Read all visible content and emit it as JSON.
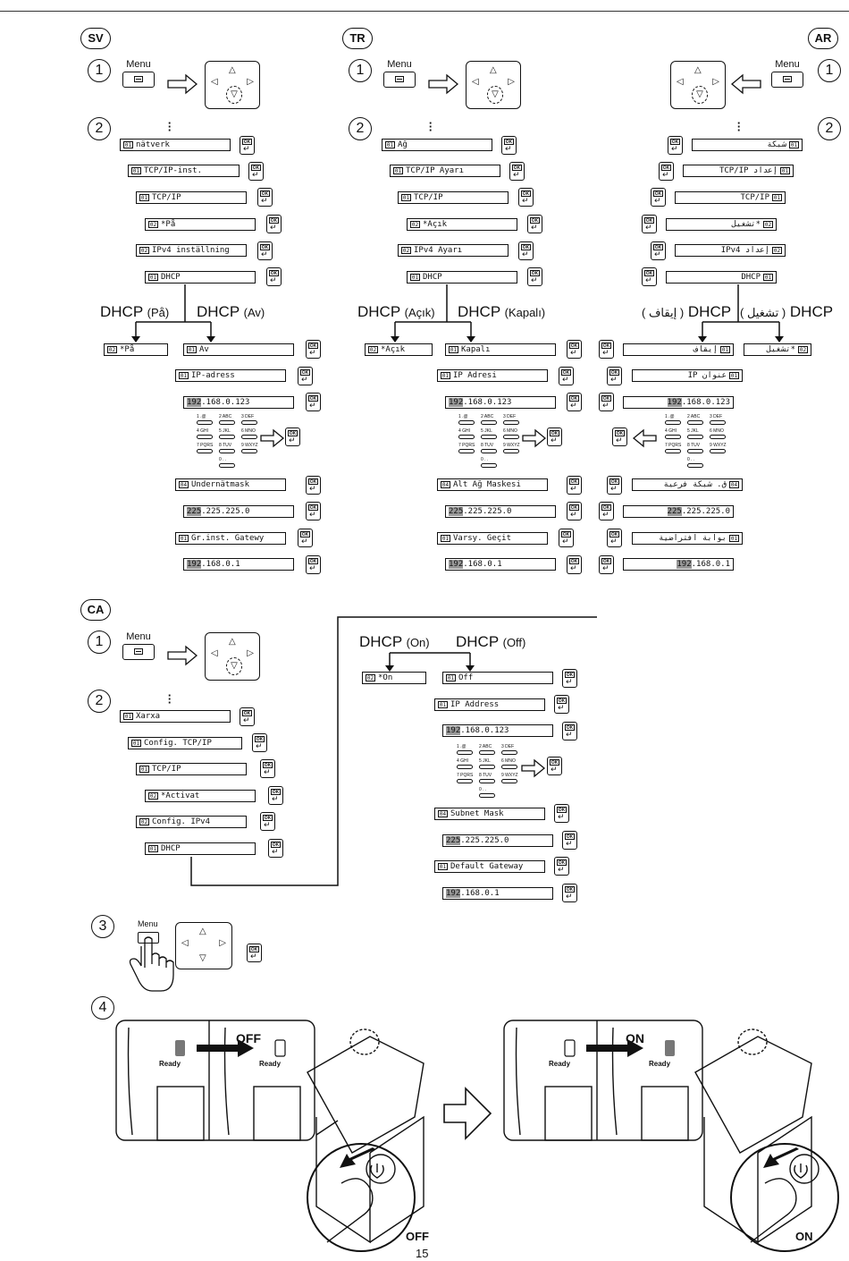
{
  "langs": {
    "sv": "SV",
    "tr": "TR",
    "ar": "AR",
    "ca": "CA"
  },
  "steps": {
    "s1": "1",
    "s2": "2",
    "s3": "3",
    "s4": "4"
  },
  "menu_label": "Menu",
  "ok_label": "OK",
  "page_number": "15",
  "sv": {
    "menu": [
      "nätverk",
      "TCP/IP-inst.",
      "TCP/IP",
      "*På",
      "IPv4 inställning",
      "DHCP"
    ],
    "dhcp_on": "DHCP",
    "dhcp_on_paren": "(På)",
    "dhcp_off": "DHCP",
    "dhcp_off_paren": "(Av)",
    "on_lcd": "*På",
    "off_lcd": "Av",
    "ip_label": "IP-adress",
    "ip_hl": "192",
    "ip_rest": ".168.0.123",
    "mask_label": "Undernätmask",
    "mask_hl": "225",
    "mask_rest": ".225.225.0",
    "gw_label": "Gr.inst. Gatewy",
    "gw_hl": "192",
    "gw_rest": ".168.0.1"
  },
  "tr": {
    "menu": [
      "Ağ",
      "TCP/IP Ayarı",
      "TCP/IP",
      "*Açık",
      "IPv4 Ayarı",
      "DHCP"
    ],
    "dhcp_on": "DHCP",
    "dhcp_on_paren": "(Açık)",
    "dhcp_off": "DHCP",
    "dhcp_off_paren": "(Kapalı)",
    "on_lcd": "*Açık",
    "off_lcd": "Kapalı",
    "ip_label": "IP Adresi",
    "ip_hl": "192",
    "ip_rest": ".168.0.123",
    "mask_label": "Alt Ağ Maskesi",
    "mask_hl": "225",
    "mask_rest": ".225.225.0",
    "gw_label": "Varsy. Geçit",
    "gw_hl": "192",
    "gw_rest": ".168.0.1"
  },
  "ar": {
    "menu": [
      "شبكة",
      "إعداد TCP/IP",
      "TCP/IP",
      "*تشغيل",
      "إعداد IPv4",
      "DHCP"
    ],
    "dhcp_on": "DHCP",
    "dhcp_on_paren": "( تشغيل )",
    "dhcp_off": "DHCP",
    "dhcp_off_paren": "( إيقاف )",
    "on_lcd": "*تشغيل",
    "off_lcd": "إيقاف",
    "ip_label": "عنوان IP",
    "ip_hl": "192",
    "ip_rest": ".168.0.123",
    "mask_label": "ق. شبكة فرعية",
    "mask_hl": "225",
    "mask_rest": ".225.225.0",
    "gw_label": "بوابة افتراضية",
    "gw_hl": "192",
    "gw_rest": ".168.0.1"
  },
  "ca": {
    "menu": [
      "Xarxa",
      "Config. TCP/IP",
      "TCP/IP",
      "*Activat",
      "Config. IPv4",
      "DHCP"
    ],
    "dhcp_on": "DHCP",
    "dhcp_on_paren": "(On)",
    "dhcp_off": "DHCP",
    "dhcp_off_paren": "(Off)",
    "on_lcd": "*On",
    "off_lcd": "Off",
    "ip_label": "IP Address",
    "ip_hl": "192",
    "ip_rest": ".168.0.123",
    "mask_label": "Subnet Mask",
    "mask_hl": "225",
    "mask_rest": ".225.225.0",
    "gw_label": "Default Gateway",
    "gw_hl": "192",
    "gw_rest": ".168.0.1"
  },
  "keypad": [
    "1 .@",
    "2 ABC",
    "3 DEF",
    "4 GHI",
    "5 JKL",
    "6 MNO",
    "7 PQRS",
    "8 TUV",
    "9 WXYZ",
    "0 . ."
  ],
  "step4": {
    "off": "OFF",
    "on": "ON",
    "ready": "Ready",
    "off_big": "OFF",
    "on_big": "ON"
  }
}
